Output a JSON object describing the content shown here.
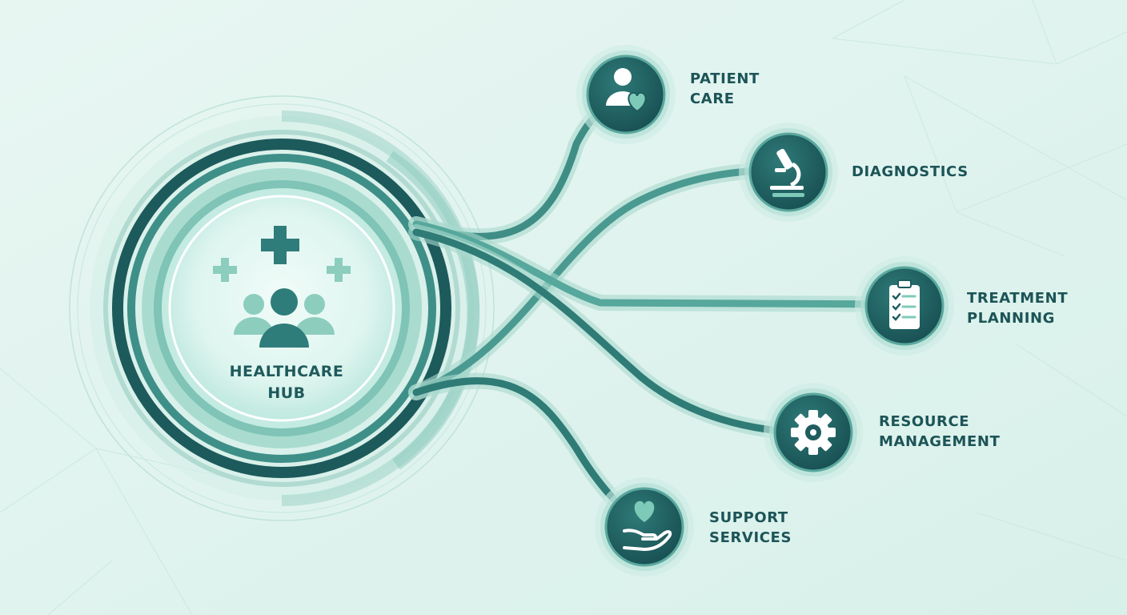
{
  "hub": {
    "title_line1": "HEALTHCARE",
    "title_line2": "HUB",
    "icon": "people-with-medical-crosses-icon"
  },
  "nodes": [
    {
      "id": "patient-care",
      "line1": "PATIENT",
      "line2": "CARE",
      "icon": "patient-heart-icon"
    },
    {
      "id": "diagnostics",
      "line1": "DIAGNOSTICS",
      "line2": "",
      "icon": "microscope-icon"
    },
    {
      "id": "treatment-planning",
      "line1": "TREATMENT",
      "line2": "PLANNING",
      "icon": "clipboard-checklist-icon"
    },
    {
      "id": "resource-management",
      "line1": "RESOURCE",
      "line2": "MANAGEMENT",
      "icon": "gear-icon"
    },
    {
      "id": "support-services",
      "line1": "SUPPORT",
      "line2": "SERVICES",
      "icon": "hand-heart-icon"
    }
  ],
  "colors": {
    "background": "#e6f5f1",
    "node_fill": "#1f5c5e",
    "connector": "#4f9f94",
    "hub_ring_dark": "#1d5a5c",
    "text": "#1c5457"
  }
}
